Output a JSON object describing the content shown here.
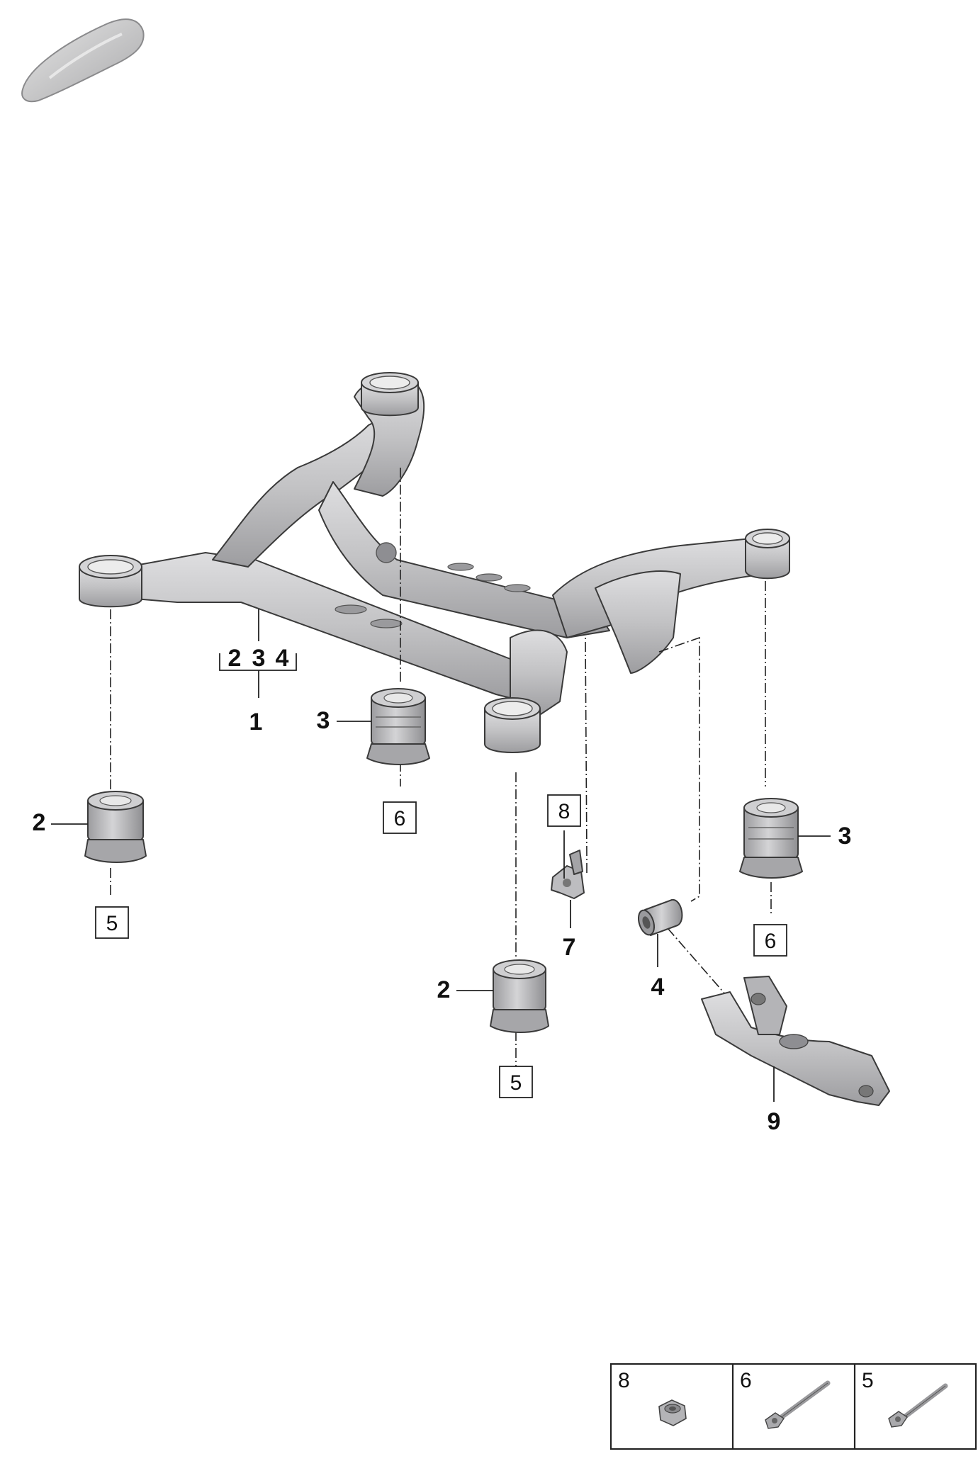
{
  "callouts": {
    "c1": "1",
    "c2a": "2",
    "c2b": "2",
    "c3a": "3",
    "c3b": "3",
    "c4": "4",
    "c7": "7",
    "c9": "9",
    "g2": "2",
    "g3": "3",
    "g4": "4"
  },
  "boxes": {
    "b5a": "5",
    "b5b": "5",
    "b6a": "6",
    "b6b": "6",
    "b8": "8"
  },
  "legend": {
    "cell1": {
      "number": "8",
      "icon": "hex-nut-icon"
    },
    "cell2": {
      "number": "6",
      "icon": "long-bolt-icon"
    },
    "cell3": {
      "number": "5",
      "icon": "bolt-icon"
    }
  },
  "colors": {
    "frame": "#c4c4c6",
    "frame_shade": "#a9a9ac",
    "frame_dark": "#8e8e92",
    "bushing": "#b9b9bb",
    "line": "#222222"
  }
}
